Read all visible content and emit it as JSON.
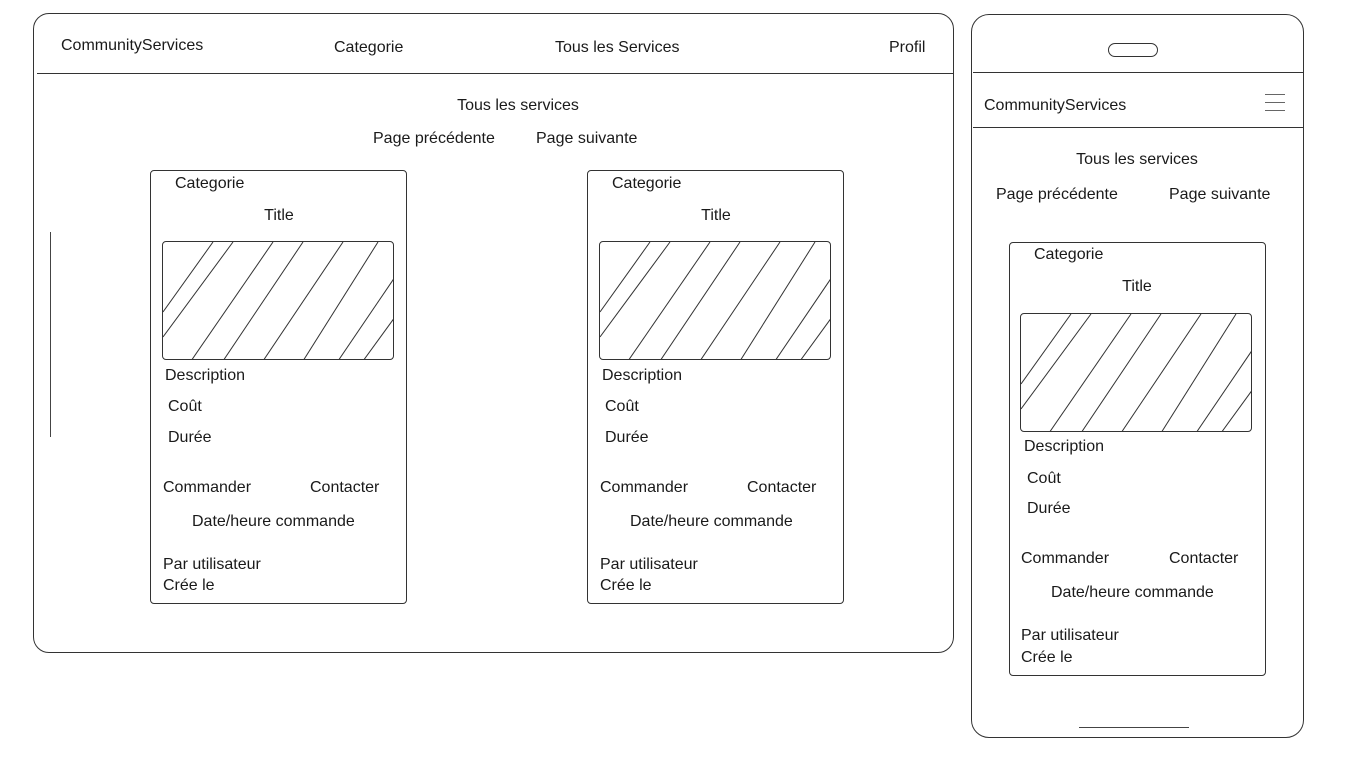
{
  "desktop": {
    "nav": {
      "brand": "CommunityServices",
      "categorie": "Categorie",
      "tous_services": "Tous les Services",
      "profil": "Profil"
    },
    "heading": "Tous les services",
    "pagination": {
      "prev": "Page précédente",
      "next": "Page suivante"
    },
    "cards": [
      {
        "categorie": "Categorie",
        "title": "Title",
        "description": "Description",
        "cout": "Coût",
        "duree": "Durée",
        "commander": "Commander",
        "contacter": "Contacter",
        "date_heure": "Date/heure commande",
        "par_utilisateur": "Par utilisateur",
        "cree_le": "Crée le"
      },
      {
        "categorie": "Categorie",
        "title": "Title",
        "description": "Description",
        "cout": "Coût",
        "duree": "Durée",
        "commander": "Commander",
        "contacter": "Contacter",
        "date_heure": "Date/heure commande",
        "par_utilisateur": "Par utilisateur",
        "cree_le": "Crée le"
      }
    ]
  },
  "mobile": {
    "brand": "CommunityServices",
    "menu_icon": "hamburger-menu-icon",
    "heading": "Tous les services",
    "pagination": {
      "prev": "Page précédente",
      "next": "Page suivante"
    },
    "card": {
      "categorie": "Categorie",
      "title": "Title",
      "description": "Description",
      "cout": "Coût",
      "duree": "Durée",
      "commander": "Commander",
      "contacter": "Contacter",
      "date_heure": "Date/heure commande",
      "par_utilisateur": "Par utilisateur",
      "cree_le": "Crée le"
    }
  }
}
